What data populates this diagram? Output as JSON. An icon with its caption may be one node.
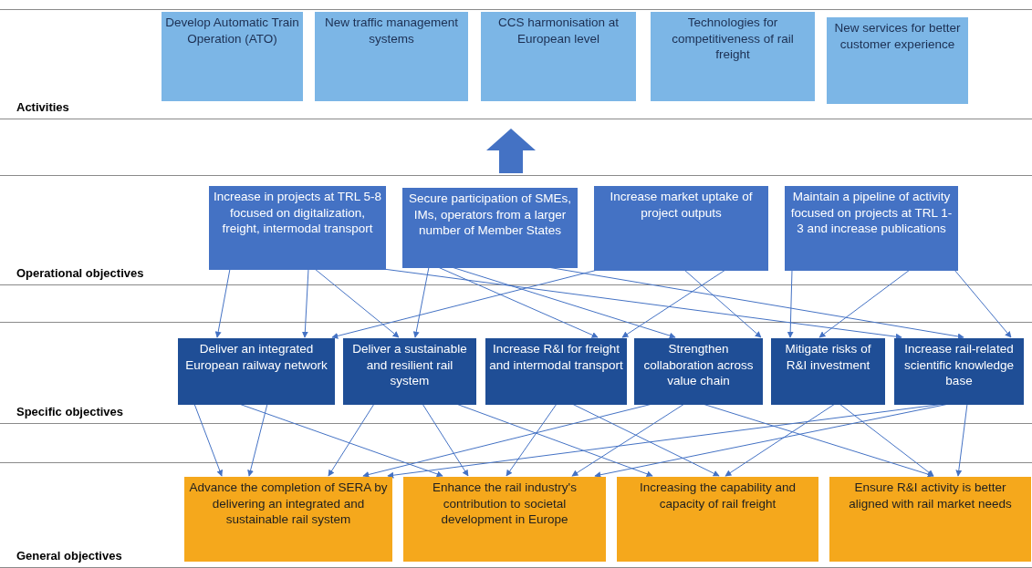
{
  "diagram": {
    "nodes": [
      {
        "text": [
          "Activities"
        ]
      },
      {
        "text": [
          "Develop Automatic Train Operation (ATO)"
        ],
        "in": 0
      },
      {
        "text": [
          "New traffic management systems"
        ],
        "in": 0
      },
      {
        "text": [
          "CCS harmonisation at European level"
        ],
        "in": 0
      },
      {
        "text": [
          "Technologies for competitiveness of rail freight"
        ],
        "in": 0
      },
      {
        "text": [
          "New services for better customer experience"
        ],
        "in": 0
      },
      {
        "text": [
          "Operational objectives"
        ]
      },
      {
        "text": [
          "Increase in projects at TRL 5-8 focused on digitalization, freight, intermodal transport"
        ],
        "in": 6
      },
      {
        "text": [
          "Secure participation of SMEs, IMs, operators from a larger number of Member States"
        ],
        "in": 6
      },
      {
        "text": [
          "Increase market uptake of project outputs"
        ],
        "in": 6
      },
      {
        "text": [
          "Maintain a pipeline of activity focused on projects at TRL 1-3 and increase publications"
        ],
        "in": 6
      },
      {
        "text": [
          "Specific objectives"
        ]
      },
      {
        "text": [
          "Deliver an integrated European railway network"
        ],
        "in": 11
      },
      {
        "text": [
          "Deliver a sustainable and resilient rail system"
        ],
        "in": 11
      },
      {
        "text": [
          "Increase R&I for freight and intermodal transport"
        ],
        "in": 11
      },
      {
        "text": [
          "Strengthen collaboration across value chain"
        ],
        "in": 11
      },
      {
        "text": [
          "Mitigate risks of R&I investment"
        ],
        "in": 11
      },
      {
        "text": [
          "Increase rail-related scientific knowledge base"
        ],
        "in": 11
      },
      {
        "text": [
          "General objectives"
        ]
      },
      {
        "text": [
          "Advance the completion of SERA by delivering an integrated and sustainable rail system"
        ],
        "in": 18
      },
      {
        "text": [
          "Enhance the rail industry's contribution to societal development in Europe"
        ],
        "in": 18
      },
      {
        "text": [
          "Increasing the capability and capacity of rail freight"
        ],
        "in": 18
      },
      {
        "text": [
          "Ensure R&I activity is better aligned with rail market needs"
        ],
        "in": 18
      }
    ],
    "edges": [
      {
        "from": 6,
        "to": 0,
        "arrow": "to",
        "style": "thick"
      },
      {
        "from": 7,
        "to": 12,
        "arrow": "to"
      },
      {
        "from": 7,
        "to": 12,
        "arrow": "to"
      },
      {
        "from": 7,
        "to": 13,
        "arrow": "to"
      },
      {
        "from": 8,
        "to": 13,
        "arrow": "to"
      },
      {
        "from": 8,
        "to": 14,
        "arrow": "to"
      },
      {
        "from": 8,
        "to": 15,
        "arrow": "to"
      },
      {
        "from": 7,
        "to": 17,
        "arrow": "to"
      },
      {
        "from": 8,
        "to": 17,
        "arrow": "to"
      },
      {
        "from": 9,
        "to": 12,
        "arrow": "to"
      },
      {
        "from": 9,
        "to": 14,
        "arrow": "to"
      },
      {
        "from": 9,
        "to": 15,
        "arrow": "to"
      },
      {
        "from": 10,
        "to": 16,
        "arrow": "to"
      },
      {
        "from": 10,
        "to": 16,
        "arrow": "to"
      },
      {
        "from": 10,
        "to": 17,
        "arrow": "to"
      },
      {
        "from": 12,
        "to": 19,
        "arrow": "to"
      },
      {
        "from": 12,
        "to": 19,
        "arrow": "to"
      },
      {
        "from": 12,
        "to": 20,
        "arrow": "to"
      },
      {
        "from": 13,
        "to": 19,
        "arrow": "to"
      },
      {
        "from": 13,
        "to": 20,
        "arrow": "to"
      },
      {
        "from": 13,
        "to": 21,
        "arrow": "to"
      },
      {
        "from": 14,
        "to": 20,
        "arrow": "to"
      },
      {
        "from": 14,
        "to": 21,
        "arrow": "to"
      },
      {
        "from": 15,
        "to": 19,
        "arrow": "to"
      },
      {
        "from": 15,
        "to": 20,
        "arrow": "to"
      },
      {
        "from": 15,
        "to": 22,
        "arrow": "to"
      },
      {
        "from": 16,
        "to": 21,
        "arrow": "to"
      },
      {
        "from": 16,
        "to": 22,
        "arrow": "to"
      },
      {
        "from": 17,
        "to": 19,
        "arrow": "to"
      },
      {
        "from": 17,
        "to": 20,
        "arrow": "to"
      },
      {
        "from": 17,
        "to": 22,
        "arrow": "to"
      }
    ]
  }
}
